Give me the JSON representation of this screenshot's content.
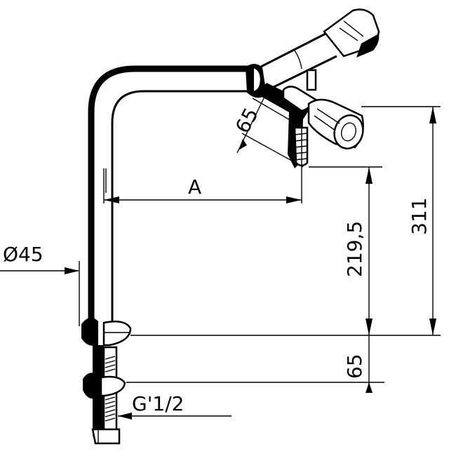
{
  "drawing": {
    "subject": "laboratory tap / faucet, technical dimension drawing",
    "colors": {
      "line": "#000000",
      "background": "#ffffff"
    }
  },
  "dimensions": {
    "a_label": "A",
    "outlet_angle_label": "65",
    "height_outlet_label": "219,5",
    "height_total_label": "311",
    "base_height_label": "65",
    "diameter_label": "Ø45",
    "thread_label": "G'1/2"
  }
}
